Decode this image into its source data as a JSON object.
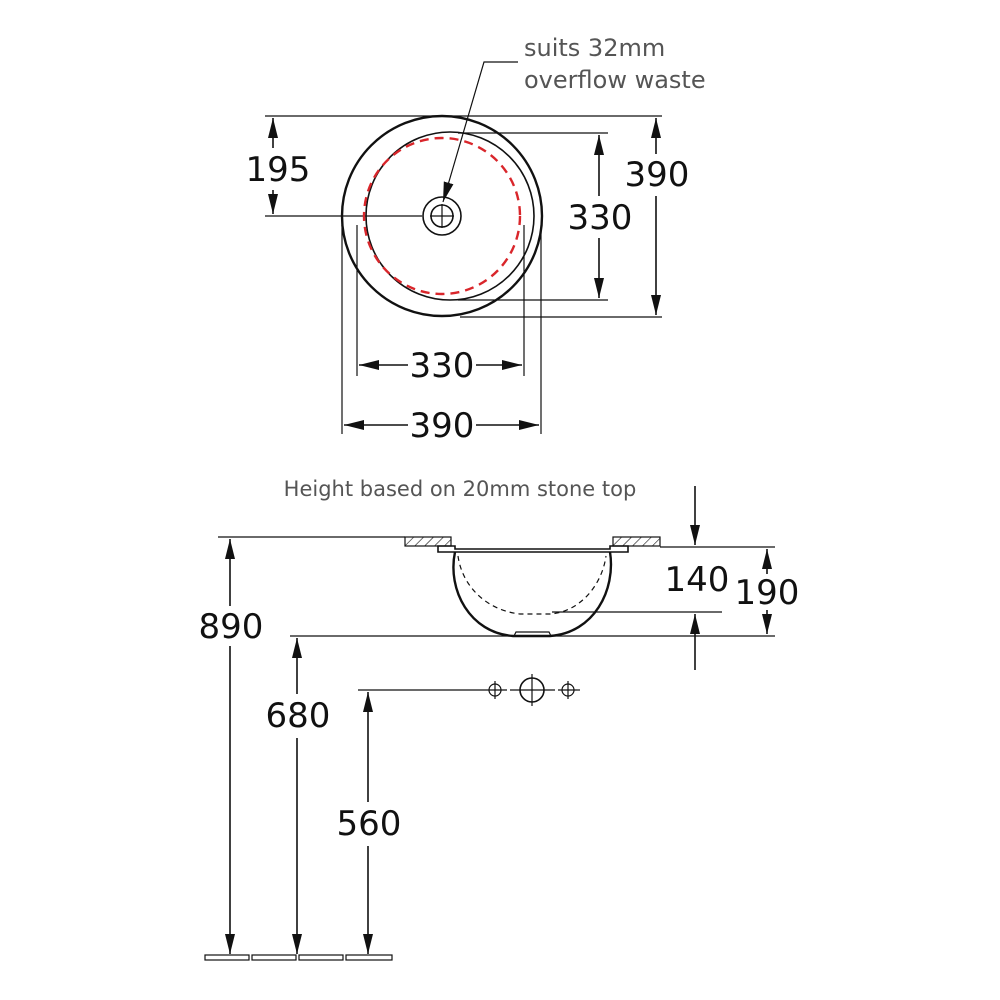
{
  "plan_view": {
    "overflow_note_line1": "suits 32mm",
    "overflow_note_line2": "overflow waste",
    "dim_195": "195",
    "dim_390_v": "390",
    "dim_330_v": "330",
    "dim_330_h": "330",
    "dim_390_h": "390",
    "overflow_ring_color": "#d9262b"
  },
  "side_view": {
    "height_note": "Height based on 20mm stone top",
    "dim_890": "890",
    "dim_680": "680",
    "dim_560": "560",
    "dim_140": "140",
    "dim_190": "190"
  }
}
